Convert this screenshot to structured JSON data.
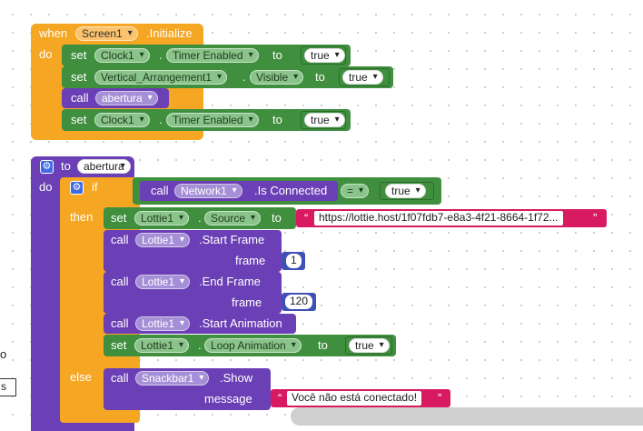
{
  "colors": {
    "event": "#f5a623",
    "procedure": "#6b3fb5",
    "setter": "#3f8f3f",
    "text": "#d81b60",
    "number": "#3f51b5"
  },
  "event_block": {
    "when": "when",
    "component": "Screen1",
    "event": ".Initialize",
    "do": "do",
    "statements": {
      "s1": {
        "kw": "set",
        "component": "Clock1",
        "dot": ".",
        "property": "Timer Enabled",
        "to": "to",
        "value": "true"
      },
      "s2": {
        "kw": "set",
        "component": "Vertical_Arrangement1",
        "dot": ".",
        "property": "Visible",
        "to": "to",
        "value": "true"
      },
      "s3": {
        "kw": "call",
        "procedure": "abertura"
      },
      "s4": {
        "kw": "set",
        "component": "Clock1",
        "dot": ".",
        "property": "Timer Enabled",
        "to": "to",
        "value": "true"
      }
    }
  },
  "procedure_block": {
    "to": "to",
    "name": "abertura",
    "do": "do",
    "if_kw": "if",
    "then_kw": "then",
    "else_kw": "else",
    "condition": {
      "call": "call",
      "component": "Network1",
      "method": ".Is Connected",
      "operator": "=",
      "value": "true"
    },
    "then_statements": {
      "t1": {
        "kw": "set",
        "component": "Lottie1",
        "dot": ".",
        "property": "Source",
        "to": "to",
        "quote_open": "“",
        "value": "https://lottie.host/1f07fdb7-e8a3-4f21-8664-1f72...",
        "quote_close": "”"
      },
      "t2": {
        "kw": "call",
        "component": "Lottie1",
        "method": ".Start Frame",
        "param": "frame",
        "value": "1"
      },
      "t3": {
        "kw": "call",
        "component": "Lottie1",
        "method": ".End Frame",
        "param": "frame",
        "value": "120"
      },
      "t4": {
        "kw": "call",
        "component": "Lottie1",
        "method": ".Start Animation"
      },
      "t5": {
        "kw": "set",
        "component": "Lottie1",
        "dot": ".",
        "property": "Loop Animation",
        "to": "to",
        "value": "true"
      }
    },
    "else_statements": {
      "e1": {
        "kw": "call",
        "component": "Snackbar1",
        "method": ".Show",
        "param": "message",
        "quote_open": "“",
        "value": "Você não está conectado!",
        "quote_close": "”"
      }
    }
  },
  "edge_fragments": {
    "o_text": "o",
    "s_text": "s"
  }
}
